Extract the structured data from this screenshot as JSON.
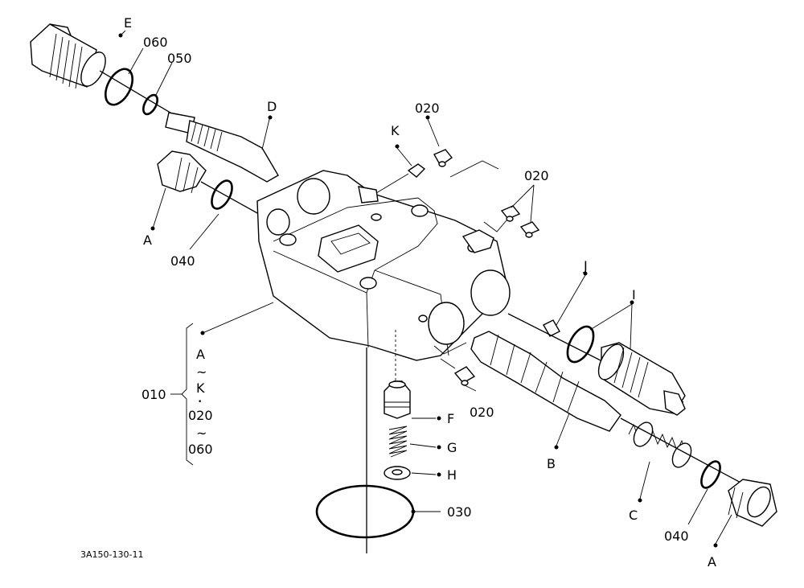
{
  "labels": {
    "E": "E",
    "ring060": "060",
    "ring050": "050",
    "D": "D",
    "screwK": "K",
    "plug020_top": "020",
    "plugs020_right": "020",
    "plugA_left": "A",
    "ring040_left": "040",
    "J": "J",
    "I": "I",
    "bracket_A": "A",
    "bracket_tilde1": "~",
    "bracket_K": "K",
    "bracket_dot": "•",
    "bracket_020": "020",
    "bracket_tilde2": "~",
    "bracket_060": "060",
    "assy010": "010",
    "F": "F",
    "G": "G",
    "H": "H",
    "plug020_lower": "020",
    "B": "B",
    "C": "C",
    "ring040_right": "040",
    "plugA_right": "A",
    "ring030": "030"
  },
  "drawing_code": "3A150-130-11"
}
